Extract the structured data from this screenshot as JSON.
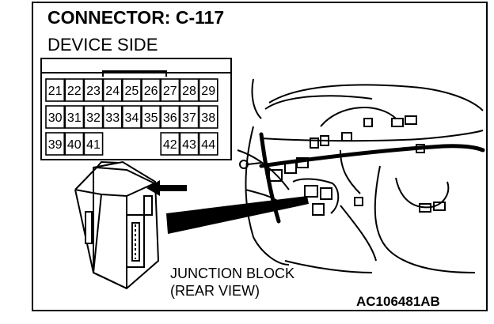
{
  "title": "CONNECTOR: C-117",
  "subtitle": "DEVICE SIDE",
  "connector": {
    "row1": [
      "21",
      "22",
      "23",
      "24",
      "25",
      "26",
      "27",
      "28",
      "29"
    ],
    "row2": [
      "30",
      "31",
      "32",
      "33",
      "34",
      "35",
      "36",
      "37",
      "38"
    ],
    "row3_left": [
      "39",
      "40",
      "41"
    ],
    "row3_right": [
      "42",
      "43",
      "44"
    ]
  },
  "junction_block": {
    "line1": "JUNCTION BLOCK",
    "line2": "(REAR VIEW)"
  },
  "figure_code": "AC106481AB"
}
